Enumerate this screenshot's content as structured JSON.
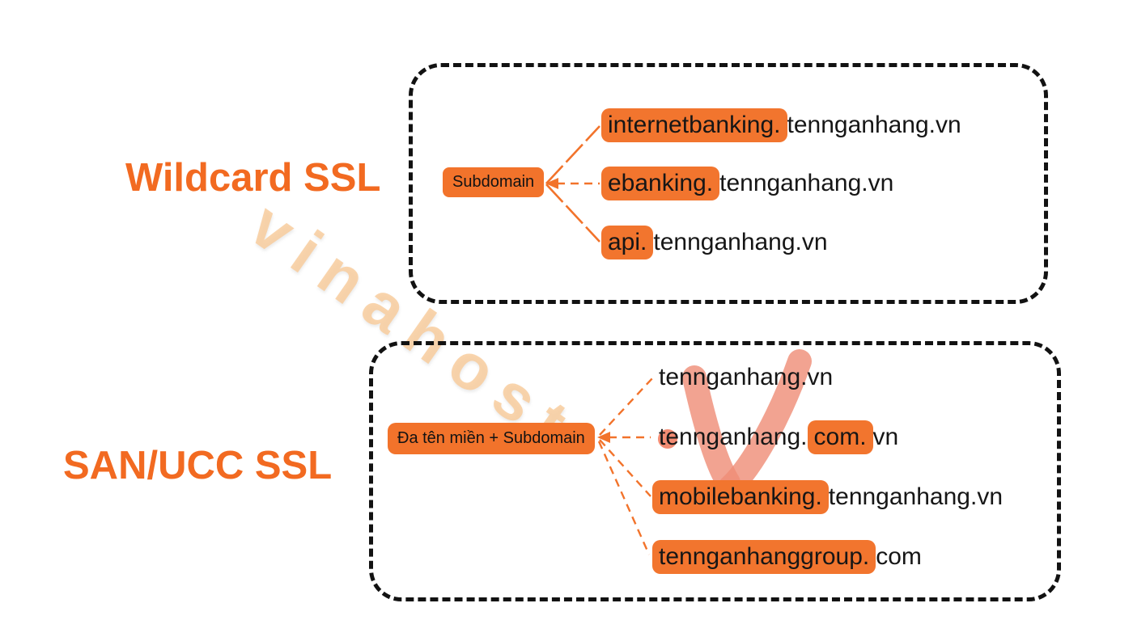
{
  "watermark": {
    "text": "vinahost",
    "logo": "vinahost-v"
  },
  "colors": {
    "accent_orange": "#F2732B",
    "highlight_orange": "#F2752E",
    "title_orange": "#F26A21",
    "text_black": "#161616",
    "border_black": "#121212",
    "watermark_peach": "#F8CC9E",
    "logo_red": "#EF9B88"
  },
  "sections": [
    {
      "title": "Wildcard SSL",
      "badge": "Subdomain",
      "domains": [
        {
          "parts": [
            {
              "text": "internetbanking.",
              "highlight": true
            },
            {
              "text": "tennganhang.vn",
              "highlight": false
            }
          ]
        },
        {
          "parts": [
            {
              "text": "ebanking.",
              "highlight": true
            },
            {
              "text": "tennganhang.vn",
              "highlight": false
            }
          ]
        },
        {
          "parts": [
            {
              "text": "api.",
              "highlight": true
            },
            {
              "text": "tennganhang.vn",
              "highlight": false
            }
          ]
        }
      ]
    },
    {
      "title": "SAN/UCC SSL",
      "badge": "Đa tên miền + Subdomain",
      "domains": [
        {
          "parts": [
            {
              "text": "tennganhang.vn",
              "highlight": false
            }
          ]
        },
        {
          "parts": [
            {
              "text": "tennganhang.",
              "highlight": false
            },
            {
              "text": "com.",
              "highlight": true
            },
            {
              "text": "vn",
              "highlight": false
            }
          ]
        },
        {
          "parts": [
            {
              "text": "mobilebanking.",
              "highlight": true
            },
            {
              "text": "tennganhang.vn",
              "highlight": false
            }
          ]
        },
        {
          "parts": [
            {
              "text": "tennganhanggroup.",
              "highlight": true
            },
            {
              "text": "com",
              "highlight": false
            }
          ]
        }
      ]
    }
  ]
}
